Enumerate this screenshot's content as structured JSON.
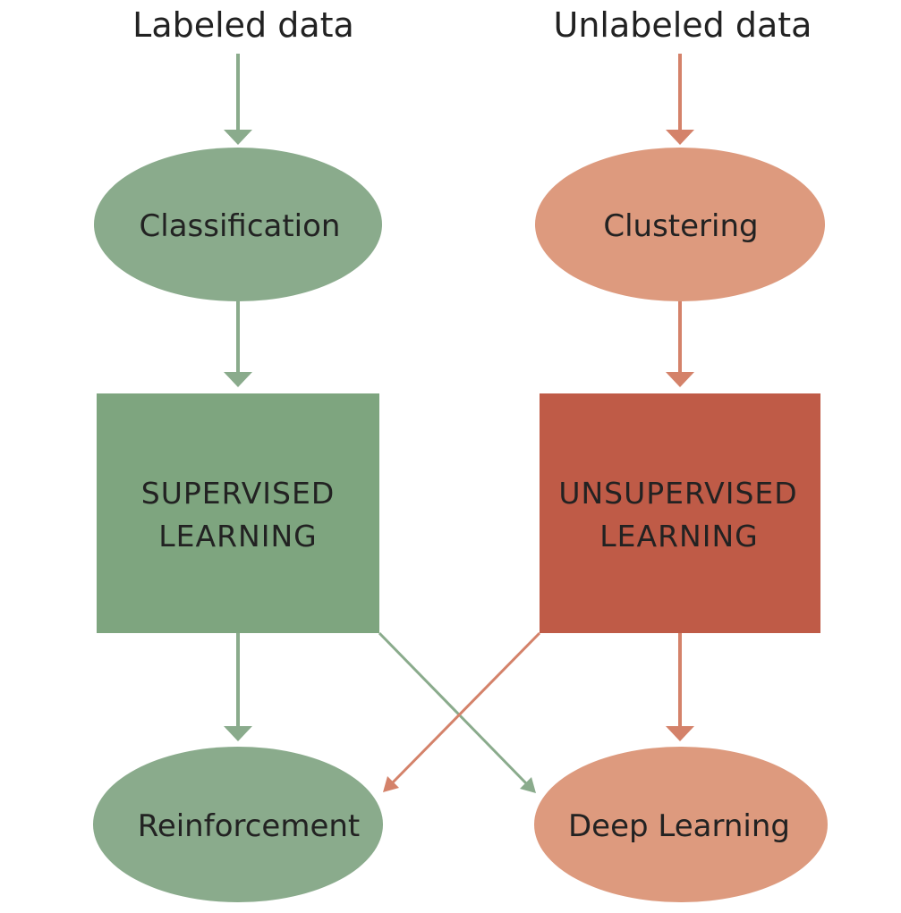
{
  "colors": {
    "green_arrow": "#8aab8c",
    "green_ellipse": "#8aab8c",
    "green_box": "#7ea57f",
    "orange_arrow": "#d4826a",
    "orange_ellipse": "#dd9a7e",
    "red_box": "#bf5b47",
    "text": "#222222"
  },
  "inputs": {
    "labeled": "Labeled data",
    "unlabeled": "Unlabeled data"
  },
  "nodes": {
    "classification": "Classification",
    "clustering": "Clustering",
    "supervised_line1": "SUPERVISED",
    "supervised_line2": "LEARNING",
    "unsupervised_line1": "UNSUPERVISED",
    "unsupervised_line2": "LEARNING",
    "reinforcement": "Reinforcement",
    "deep_learning": "Deep Learning"
  }
}
